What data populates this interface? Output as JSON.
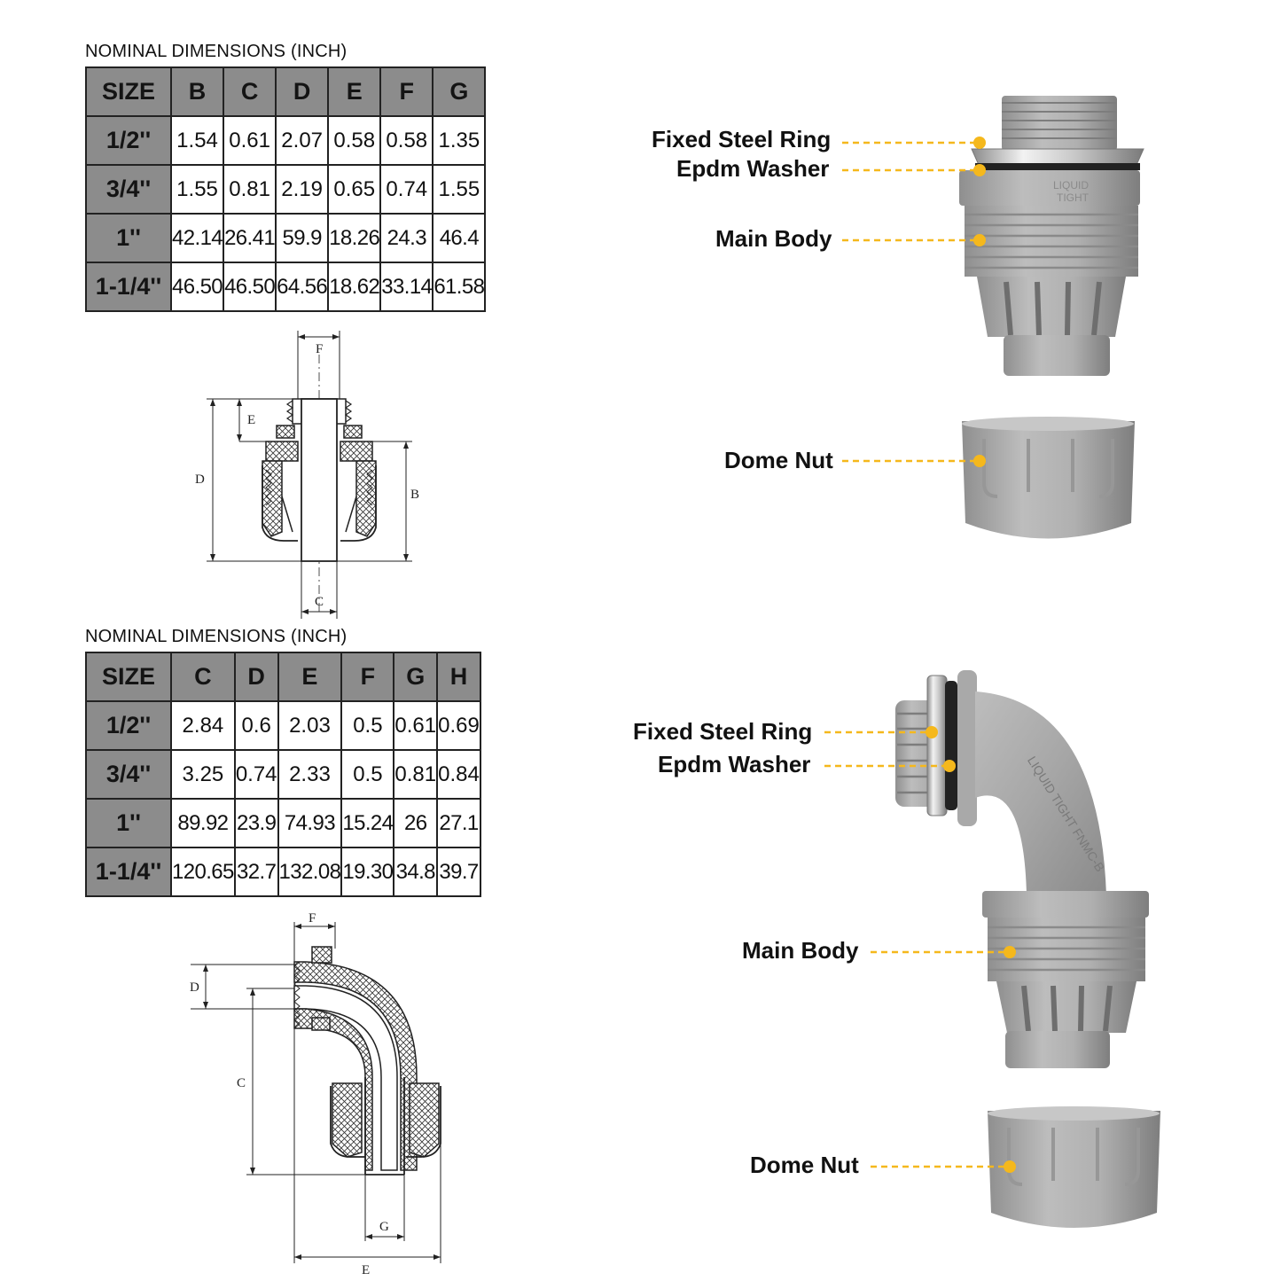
{
  "table1": {
    "caption": "NOMINAL DIMENSIONS (INCH)",
    "headers": [
      "SIZE",
      "B",
      "C",
      "D",
      "E",
      "F",
      "G"
    ],
    "rows": [
      [
        "1/2''",
        "1.54",
        "0.61",
        "2.07",
        "0.58",
        "0.58",
        "1.35"
      ],
      [
        "3/4''",
        "1.55",
        "0.81",
        "2.19",
        "0.65",
        "0.74",
        "1.55"
      ],
      [
        "1''",
        "42.14",
        "26.41",
        "59.9",
        "18.26",
        "24.3",
        "46.4"
      ],
      [
        "1-1/4''",
        "46.50",
        "46.50",
        "64.56",
        "18.62",
        "33.14",
        "61.58"
      ]
    ]
  },
  "table2": {
    "caption": "NOMINAL DIMENSIONS (INCH)",
    "headers": [
      "SIZE",
      "C",
      "D",
      "E",
      "F",
      "G",
      "H"
    ],
    "rows": [
      [
        "1/2''",
        "2.84",
        "0.6",
        "2.03",
        "0.5",
        "0.61",
        "0.69"
      ],
      [
        "3/4''",
        "3.25",
        "0.74",
        "2.33",
        "0.5",
        "0.81",
        "0.84"
      ],
      [
        "1''",
        "89.92",
        "23.9",
        "74.93",
        "15.24",
        "26",
        "27.1"
      ],
      [
        "1-1/4''",
        "120.65",
        "32.7",
        "132.08",
        "19.30",
        "34.8",
        "39.7"
      ]
    ]
  },
  "diagram1": {
    "labels": {
      "F": "F",
      "E": "E",
      "D": "D",
      "B": "B",
      "C": "C"
    }
  },
  "diagram2": {
    "labels": {
      "F": "F",
      "D": "D",
      "C": "C",
      "G": "G",
      "E": "E"
    }
  },
  "straight_labels": {
    "ring": "Fixed Steel Ring",
    "washer": "Epdm Washer",
    "body": "Main Body",
    "nut": "Dome Nut",
    "marking": "LIQUID TIGHT",
    "marking_line1": "LIQUID",
    "marking_line2": "TIGHT"
  },
  "elbow_labels": {
    "ring": "Fixed Steel Ring",
    "washer": "Epdm Washer",
    "body": "Main Body",
    "nut": "Dome Nut",
    "marking": "LIQUID TIGHT FNMC-B"
  },
  "colors": {
    "accent": "#f5b81c",
    "header_gray": "#8c8c8c",
    "part_gray": "#a9a9a9"
  }
}
